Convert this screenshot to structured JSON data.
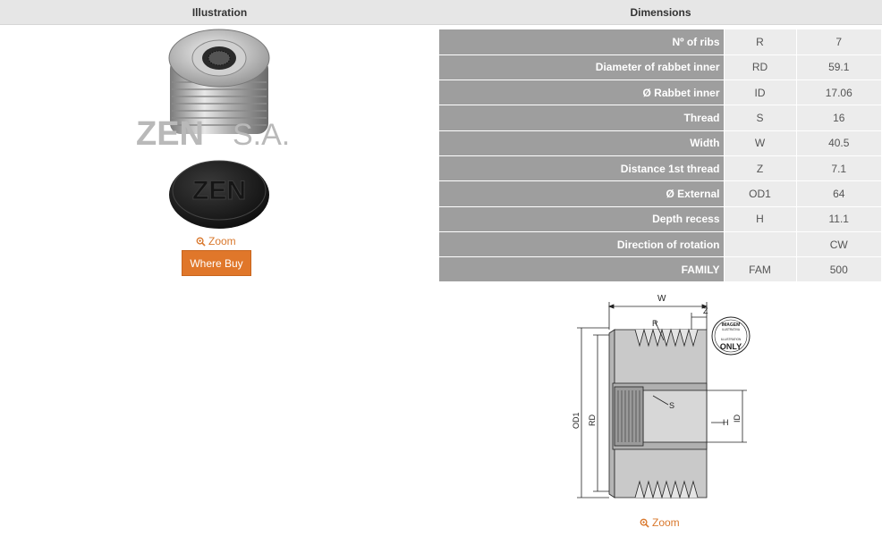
{
  "header": {
    "illustration": "Illustration",
    "dimensions": "Dimensions"
  },
  "brand": {
    "logo_text_left": "ZEN",
    "logo_text_right": "S.A.",
    "cap_logo": "ZEN"
  },
  "zoom_label": "Zoom",
  "buy_label": "Where Buy",
  "dimensions": [
    {
      "label": "Nº of ribs",
      "code": "R",
      "value": "7"
    },
    {
      "label": "Diameter of rabbet inner",
      "code": "RD",
      "value": "59.1"
    },
    {
      "label": "Ø Rabbet inner",
      "code": "ID",
      "value": "17.06"
    },
    {
      "label": "Thread",
      "code": "S",
      "value": "16"
    },
    {
      "label": "Width",
      "code": "W",
      "value": "40.5"
    },
    {
      "label": "Distance 1st thread",
      "code": "Z",
      "value": "7.1"
    },
    {
      "label": "Ø External",
      "code": "OD1",
      "value": "64"
    },
    {
      "label": "Depth recess",
      "code": "H",
      "value": "11.1"
    },
    {
      "label": "Direction of rotation",
      "code": "",
      "value": "CW"
    },
    {
      "label": "FAMILY",
      "code": "FAM",
      "value": "500"
    }
  ],
  "diagram": {
    "w": "W",
    "z": "Z",
    "r": "R",
    "s": "S",
    "h": "H",
    "id": "ID",
    "od1": "OD1",
    "rd": "RD",
    "stamp_top": "IMAGEM",
    "stamp_sub": "ILUSTRATIVA",
    "stamp_sub2": "ILLUSTRATION",
    "stamp_main": "ONLY"
  },
  "colors": {
    "header_bg": "#e6e6e6",
    "label_bg": "#9e9e9e",
    "cell_bg": "#ececec",
    "accent": "#e0772a"
  }
}
